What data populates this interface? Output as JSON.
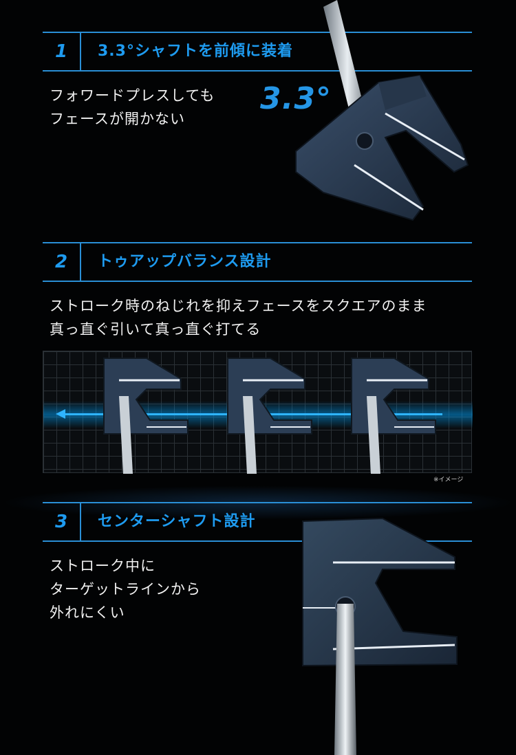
{
  "sections": [
    {
      "number": "1",
      "title": "3.3°シャフトを前傾に装着",
      "text_lines": [
        "フォワードプレスしても",
        "フェースが開かない"
      ],
      "angle_label": "3.3°"
    },
    {
      "number": "2",
      "title": "トゥアップバランス設計",
      "text_lines": [
        "ストローク時のねじれを抑えフェースをスクエアのまま",
        "真っ直ぐ引いて真っ直ぐ打てる"
      ],
      "image_note": "※イメージ"
    },
    {
      "number": "3",
      "title": "センターシャフト設計",
      "text_lines": [
        "ストローク中に",
        "ターゲットラインから",
        "外れにくい"
      ]
    }
  ],
  "colors": {
    "accent_blue": "#1e9bf0",
    "rule_blue": "#2a8fd6",
    "head_navy": "#2c3e55",
    "sightline_white": "#e8eef5"
  }
}
